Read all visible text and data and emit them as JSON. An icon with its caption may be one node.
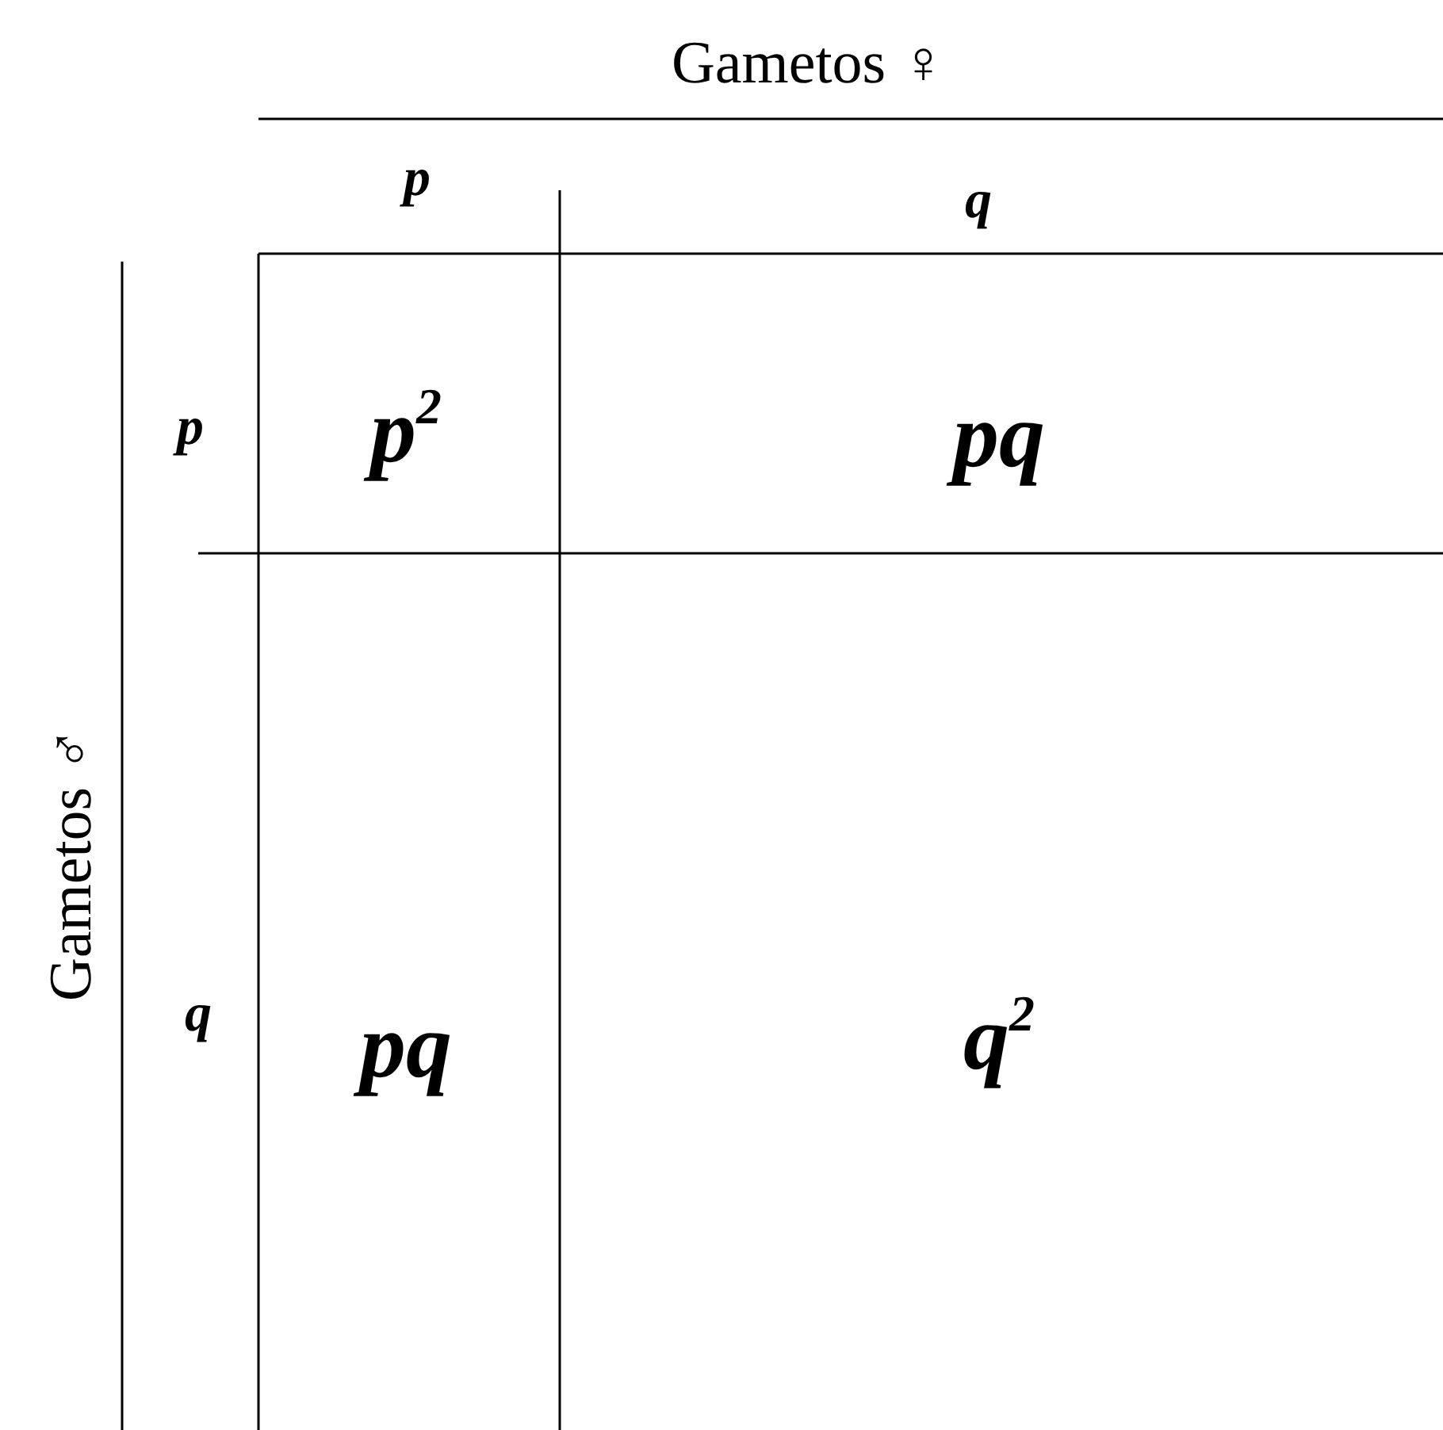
{
  "diagram": {
    "labels": [
      "Gametos ♀",
      "p",
      "q",
      "Gametos ♂",
      "p",
      "p$^{2}$",
      "pq",
      "q",
      "pq",
      "q$^{2}$"
    ]
  }
}
